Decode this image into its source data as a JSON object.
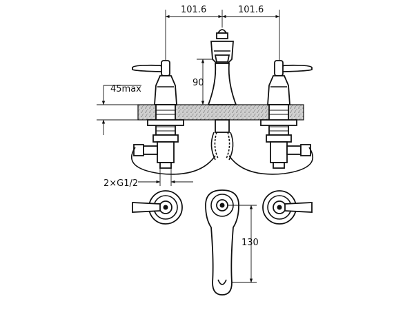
{
  "dimensions": {
    "left_spacing": "101.6",
    "right_spacing": "101.6",
    "spout_height": "90",
    "deck_thickness": "45max",
    "connections": "2×G1/2",
    "spout_reach": "130"
  },
  "colors": {
    "line": "#111111",
    "deck_fill": "#c8c8c8",
    "background": "#ffffff"
  }
}
